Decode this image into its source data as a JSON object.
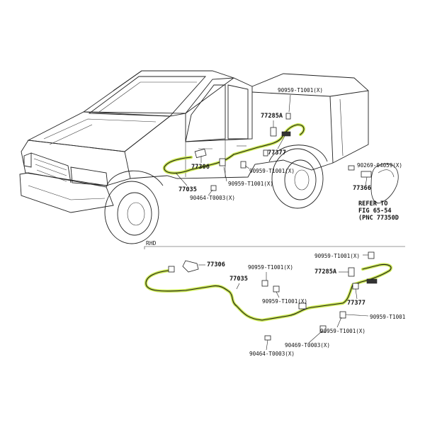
{
  "labels": {
    "p90959_top": "90959-T1001(X)",
    "p77285a_top": "77285A",
    "p77377_top": "77377",
    "p77306_top": "77306",
    "p77035_top": "77035",
    "p90959_mid": "90959-T1001(X)",
    "p90959_low": "90959-T1001(X)",
    "p90464_top": "90464-T0003(X)",
    "p90269": "90269-04059(X)",
    "p77366": "77366",
    "ref1": "REFER TO",
    "ref2": "FIG 65-54",
    "ref3": "(PNC 77350D",
    "rhd": "RHD",
    "b77306": "77306",
    "b77035": "77035",
    "b90959_a": "90959-T1001(X)",
    "b90959_tr": "90959-T1001(X)",
    "b77285a": "77285A",
    "b77377": "77377",
    "b90959_b": "90959-T1001(X)",
    "b90959_r": "90959-T1001",
    "b90959_c": "90959-T1001(X)",
    "b90469": "90469-T0003(X)",
    "b90464": "90464-T0003(X)"
  },
  "colors": {
    "highlight": "#c9e84a",
    "ink": "#222222",
    "background": "#ffffff"
  }
}
